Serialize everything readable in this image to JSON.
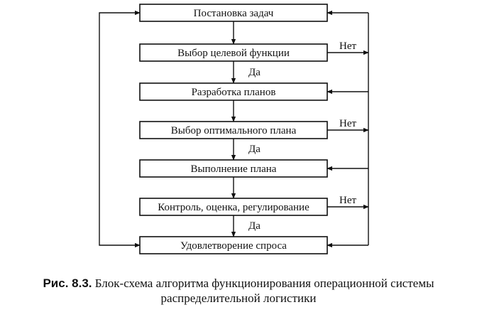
{
  "blocks": [
    "Постановка задач",
    "Выбор целевой функции",
    "Разработка планов",
    "Выбор оптимального плана",
    "Выполнение плана",
    "Контроль, оценка, регулирование",
    "Удовлетворение спроса"
  ],
  "labels": {
    "yes": "Да",
    "no": "Нет"
  },
  "caption": {
    "number": "Рис. 8.3.",
    "line1": "Блок-схема алгоритма функционирования операционной системы",
    "line2": "распределительной логистики"
  }
}
